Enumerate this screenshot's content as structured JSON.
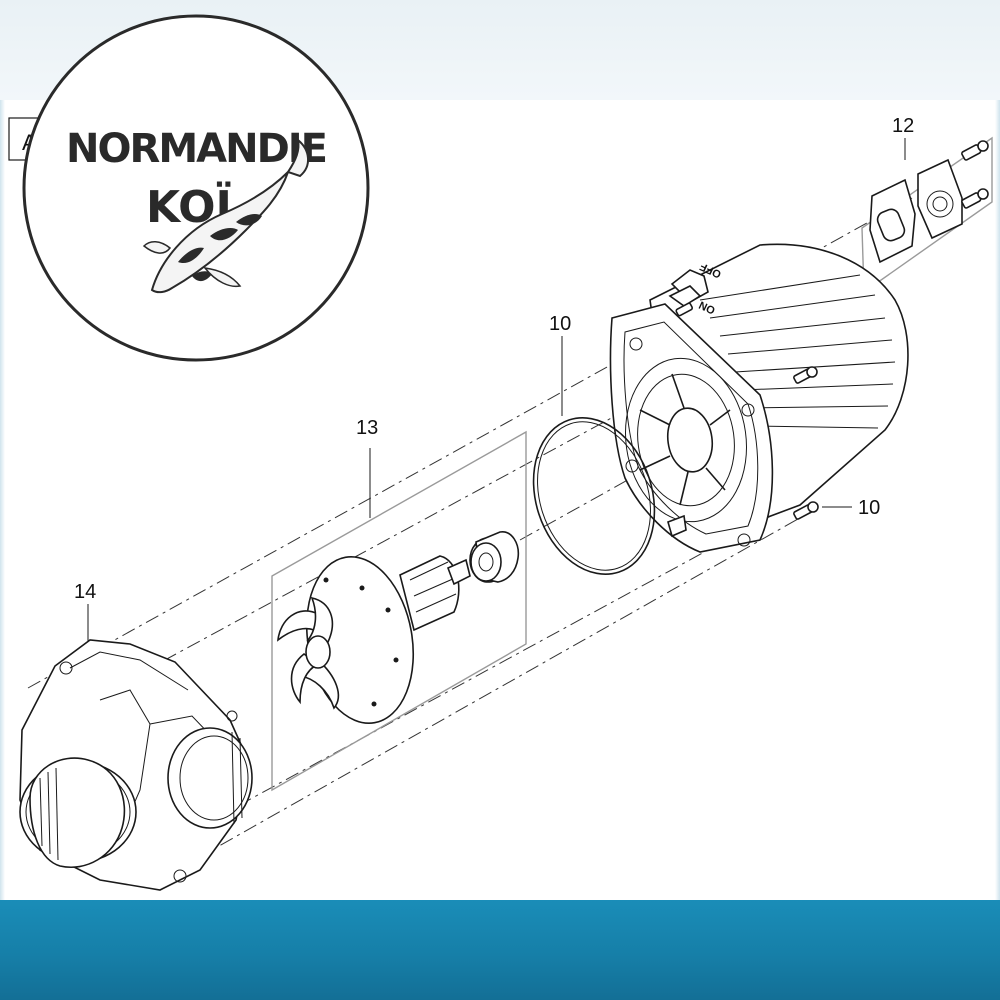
{
  "brand": {
    "logo_line1": "NORMANDIE",
    "logo_line2": "KOÏ"
  },
  "diagram": {
    "section_marker": "A",
    "labels": {
      "part_12": "12",
      "part_10_oring": "10",
      "part_13": "13",
      "part_14": "14",
      "part_10_screw": "10"
    },
    "switch_labels": {
      "off": "OFF",
      "on": "ON"
    }
  },
  "colors": {
    "top_band": "#eef4f8",
    "bottom_band": "#1a8db8",
    "line_art": "#1a1a1a"
  }
}
